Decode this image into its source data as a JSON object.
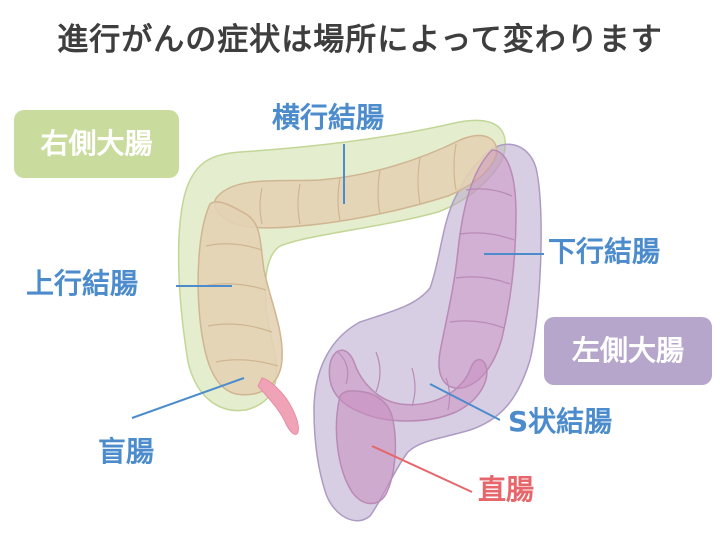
{
  "title": "進行がんの症状は場所によって変わります",
  "regions": {
    "right_colon": "右側大腸",
    "left_colon": "左側大腸"
  },
  "labels": {
    "transverse": "横行結腸",
    "ascending": "上行結腸",
    "descending": "下行結腸",
    "sigmoid": "S状結腸",
    "cecum": "盲腸",
    "rectum": "直腸"
  },
  "colors": {
    "right_region": "#c9dc9e",
    "left_region": "#b7a6cc",
    "label_blue": "#4d8ccc",
    "label_red": "#e6666b",
    "colon_fill": "#e3d2b4",
    "colon_stroke": "#d0b592",
    "sigmoid_fill": "#c98cbf",
    "appendix": "#f0a3b6"
  }
}
